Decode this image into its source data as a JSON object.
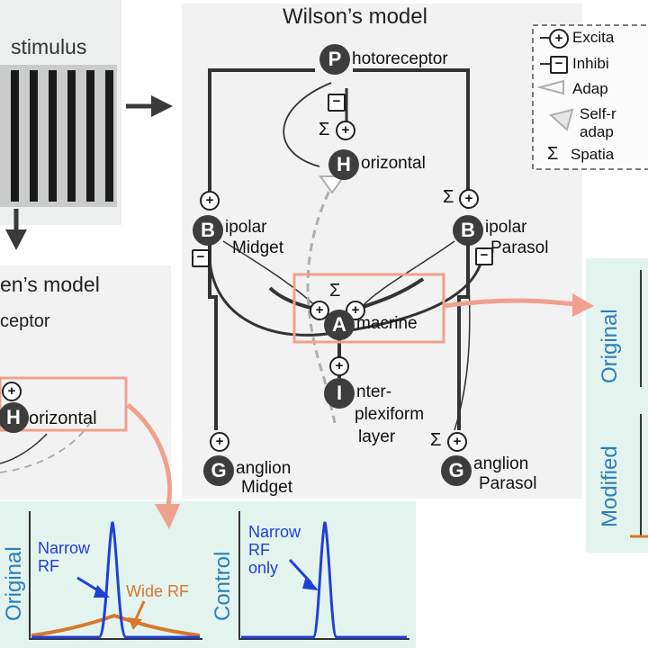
{
  "stimulus": {
    "title": "stimulus"
  },
  "wilson": {
    "title": "Wilson’s model",
    "nodes": {
      "photoreceptor": {
        "letter": "P",
        "label_rest": "hotoreceptor"
      },
      "horizontal": {
        "letter": "H",
        "label_rest": "orizontal"
      },
      "bipolar_midget": {
        "letter": "B",
        "label_line1": "ipolar",
        "label_line2": "Midget"
      },
      "bipolar_parasol": {
        "letter": "B",
        "label_line1": "ipolar",
        "label_line2": "Parasol"
      },
      "amacrine": {
        "letter": "A",
        "label_rest": "macrine"
      },
      "interplexiform": {
        "letter": "I",
        "label_line1": "nter-",
        "label_line2": "plexiform",
        "label_line3": "layer"
      },
      "ganglion_midget": {
        "letter": "G",
        "label_line1": "anglion",
        "label_line2": "Midget"
      },
      "ganglion_parasol": {
        "letter": "G",
        "label_line1": "anglion",
        "label_line2": "Parasol"
      }
    },
    "legend": {
      "excitatory": "Excita",
      "inhibitory": "Inhibi",
      "adaptive": "Adap",
      "self_1": "Self-r",
      "self_2": "adap",
      "spatial": "Spatia"
    }
  },
  "lower_model": {
    "title": "en’s model",
    "receptor": "ceptor",
    "horizontal_letter": "H",
    "horizontal_rest": "orizontal"
  },
  "bottom_plots": {
    "original_ylabel": "Original",
    "control_ylabel": "Control",
    "narrow_rf": [
      "Narrow",
      "RF"
    ],
    "wide_rf": "Wide RF",
    "narrow_only": [
      "Narrow",
      "RF",
      "only"
    ]
  },
  "right_plots": {
    "original_ylabel": "Original",
    "modified_ylabel": "Modified"
  },
  "colors": {
    "panel_gray": "#eef0ef",
    "plot_teal": "#e3f4ee",
    "highlight": "#f0a08e",
    "narrow_blue": "#1f3fd8",
    "wide_orange": "#d9772f",
    "label_blue": "#2c7fb8"
  },
  "symbols": {
    "plus": "+",
    "minus": "−",
    "sigma": "Σ"
  }
}
